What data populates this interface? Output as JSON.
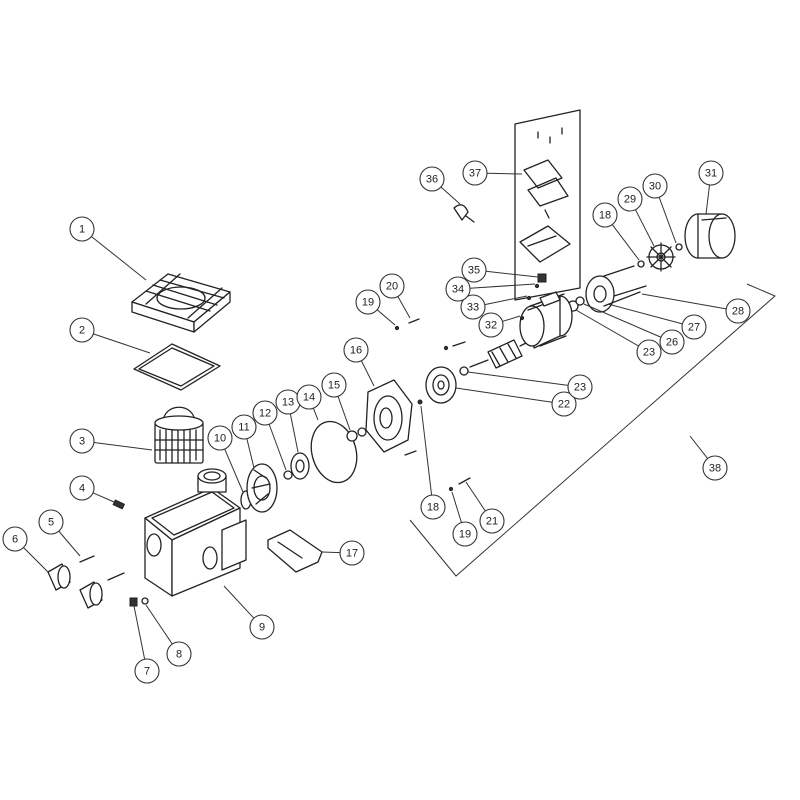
{
  "callouts": [
    {
      "id": "1",
      "label": "1"
    },
    {
      "id": "2",
      "label": "2"
    },
    {
      "id": "3",
      "label": "3"
    },
    {
      "id": "4",
      "label": "4"
    },
    {
      "id": "5",
      "label": "5"
    },
    {
      "id": "6",
      "label": "6"
    },
    {
      "id": "7",
      "label": "7"
    },
    {
      "id": "8",
      "label": "8"
    },
    {
      "id": "9",
      "label": "9"
    },
    {
      "id": "10",
      "label": "10"
    },
    {
      "id": "11",
      "label": "11"
    },
    {
      "id": "12",
      "label": "12"
    },
    {
      "id": "13",
      "label": "13"
    },
    {
      "id": "14",
      "label": "14"
    },
    {
      "id": "15",
      "label": "15"
    },
    {
      "id": "16",
      "label": "16"
    },
    {
      "id": "17",
      "label": "17"
    },
    {
      "id": "18a",
      "label": "18"
    },
    {
      "id": "18b",
      "label": "18"
    },
    {
      "id": "19a",
      "label": "19"
    },
    {
      "id": "19b",
      "label": "19"
    },
    {
      "id": "20",
      "label": "20"
    },
    {
      "id": "21",
      "label": "21"
    },
    {
      "id": "22",
      "label": "22"
    },
    {
      "id": "23a",
      "label": "23"
    },
    {
      "id": "23b",
      "label": "23"
    },
    {
      "id": "26",
      "label": "26"
    },
    {
      "id": "27",
      "label": "27"
    },
    {
      "id": "28",
      "label": "28"
    },
    {
      "id": "29",
      "label": "29"
    },
    {
      "id": "30",
      "label": "30"
    },
    {
      "id": "31",
      "label": "31"
    },
    {
      "id": "32",
      "label": "32"
    },
    {
      "id": "33",
      "label": "33"
    },
    {
      "id": "34",
      "label": "34"
    },
    {
      "id": "35",
      "label": "35"
    },
    {
      "id": "36",
      "label": "36"
    },
    {
      "id": "37",
      "label": "37"
    },
    {
      "id": "38",
      "label": "38"
    }
  ]
}
